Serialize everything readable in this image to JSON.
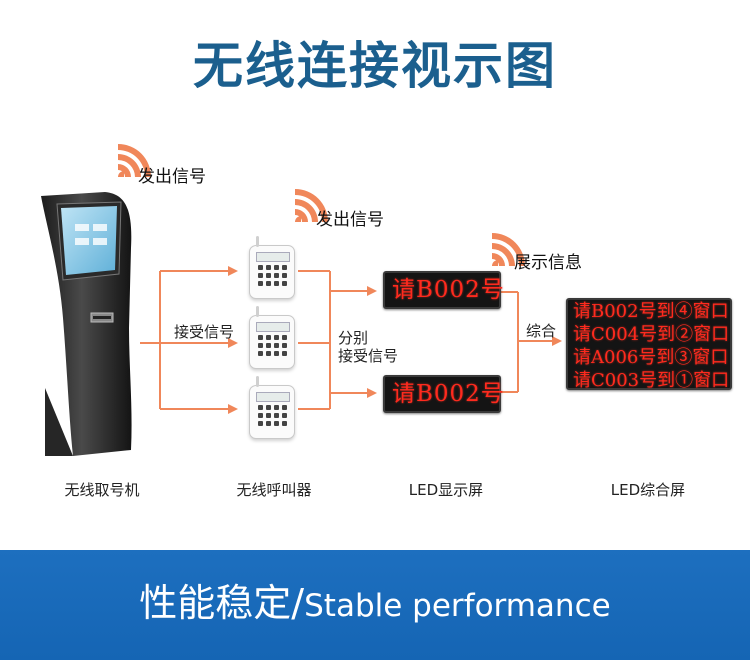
{
  "title": "无线连接视示图",
  "signals": {
    "send_1": "发出信号",
    "send_2": "发出信号",
    "show": "展示信息"
  },
  "labels": {
    "receive": "接受信号",
    "separately_1": "分别",
    "separately_2": "接受信号",
    "combine": "综合"
  },
  "captions": {
    "kiosk": "无线取号机",
    "pager": "无线呼叫器",
    "led_display": "LED显示屏",
    "led_combined": "LED综合屏"
  },
  "led_display_text": "请B002号",
  "led_combined_lines": [
    "请B002号到④窗口",
    "请C004号到②窗口",
    "请A006号到③窗口",
    "请C003号到①窗口"
  ],
  "footer": {
    "zh": "性能稳定/",
    "en": "Stable performance"
  },
  "colors": {
    "title": "#1b5f8e",
    "arrow": "#f0875a",
    "signal": "#f0875a",
    "led_text": "#ff2a1e",
    "footer_bg": "#1565b4"
  }
}
